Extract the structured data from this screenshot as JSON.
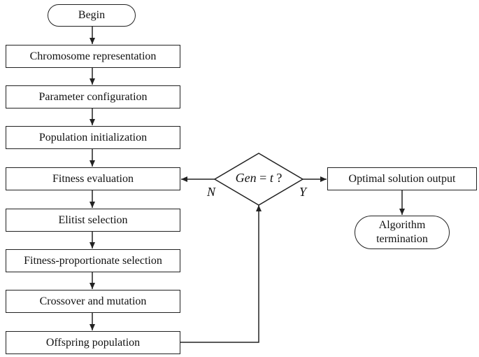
{
  "diagram": {
    "begin": "Begin",
    "steps": [
      "Chromosome representation",
      "Parameter configuration",
      "Population initialization",
      "Fitness evaluation",
      "Elitist selection",
      "Fitness-proportionate selection",
      "Crossover and mutation",
      "Offspring population"
    ],
    "decision": {
      "var": "Gen",
      "eq": " = ",
      "t": "t",
      "q": " ?"
    },
    "no_label": "N",
    "yes_label": "Y",
    "output": "Optimal solution output",
    "termination_line1": "Algorithm",
    "termination_line2": "termination"
  }
}
